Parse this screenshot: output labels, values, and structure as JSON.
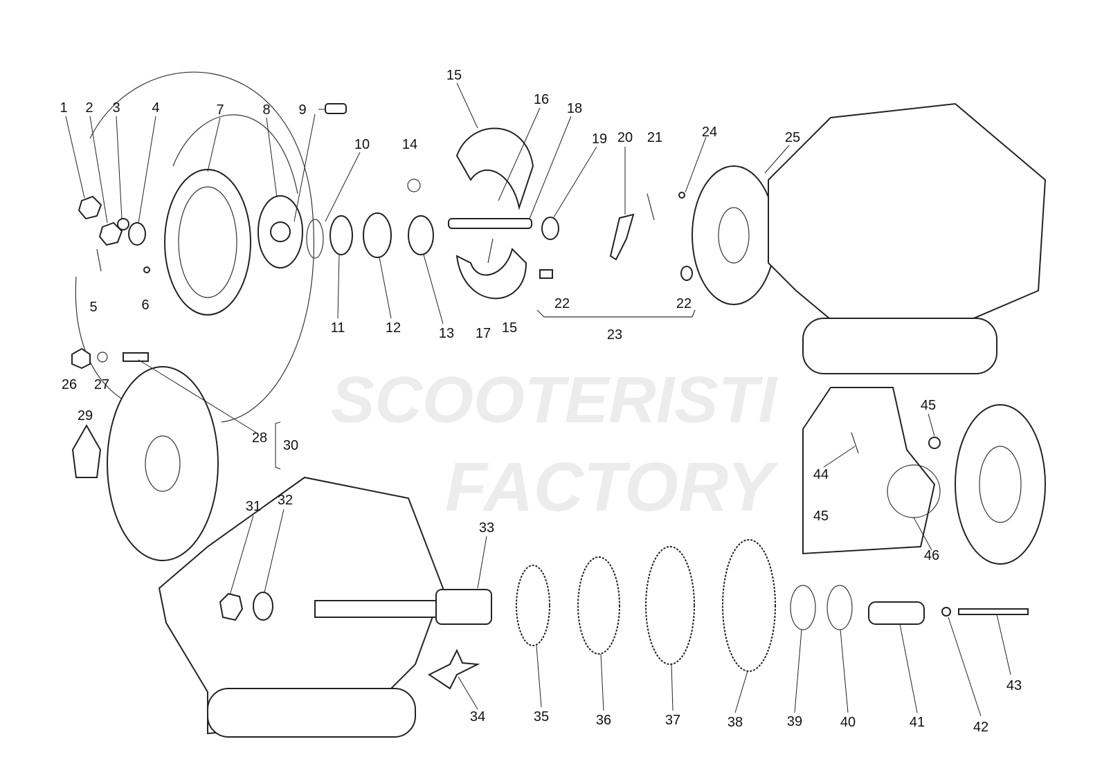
{
  "diagram": {
    "type": "exploded-parts-diagram",
    "watermark": [
      "SCOOTERISTI",
      "FACTORY"
    ],
    "part_labels": [
      "1",
      "2",
      "3",
      "4",
      "5",
      "6",
      "7",
      "8",
      "9",
      "10",
      "11",
      "12",
      "13",
      "14",
      "15",
      "16",
      "17",
      "15",
      "18",
      "19",
      "20",
      "21",
      "22",
      "22",
      "23",
      "24",
      "25",
      "26",
      "27",
      "28",
      "29",
      "30",
      "31",
      "32",
      "33",
      "34",
      "35",
      "36",
      "37",
      "38",
      "39",
      "40",
      "41",
      "42",
      "43",
      "44",
      "45",
      "45",
      "46"
    ]
  }
}
